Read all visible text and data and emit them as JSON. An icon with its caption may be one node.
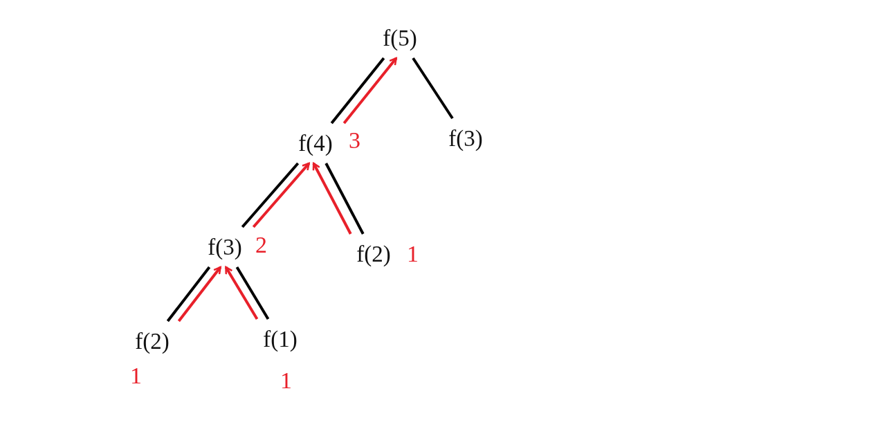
{
  "diagram": {
    "nodes": [
      {
        "text": [
          "f(5)"
        ]
      },
      {
        "text": [
          "f(4)"
        ],
        "beside": [
          "3"
        ]
      },
      {
        "text": [
          "f(3)"
        ]
      },
      {
        "text": [
          "f(3)"
        ],
        "beside": [
          "2"
        ]
      },
      {
        "text": [
          "f(2)"
        ],
        "beside": [
          "1"
        ]
      },
      {
        "text": [
          "f(2)"
        ],
        "beside": [
          "1"
        ]
      },
      {
        "text": [
          "f(1)"
        ],
        "beside": [
          "1"
        ]
      }
    ],
    "edges": [
      {
        "from": 0,
        "to": 1,
        "arrow": "none"
      },
      {
        "from": 0,
        "to": 2,
        "arrow": "none"
      },
      {
        "from": 1,
        "to": 3,
        "arrow": "none"
      },
      {
        "from": 1,
        "to": 4,
        "arrow": "none"
      },
      {
        "from": 3,
        "to": 5,
        "arrow": "none"
      },
      {
        "from": 3,
        "to": 6,
        "arrow": "none"
      },
      {
        "from": 1,
        "to": 0,
        "arrow": "to",
        "color": "#e8202a"
      },
      {
        "from": 3,
        "to": 1,
        "arrow": "to",
        "color": "#e8202a"
      },
      {
        "from": 4,
        "to": 1,
        "arrow": "to",
        "color": "#e8202a"
      },
      {
        "from": 5,
        "to": 3,
        "arrow": "to",
        "color": "#e8202a"
      },
      {
        "from": 6,
        "to": 3,
        "arrow": "to",
        "color": "#e8202a"
      }
    ]
  }
}
